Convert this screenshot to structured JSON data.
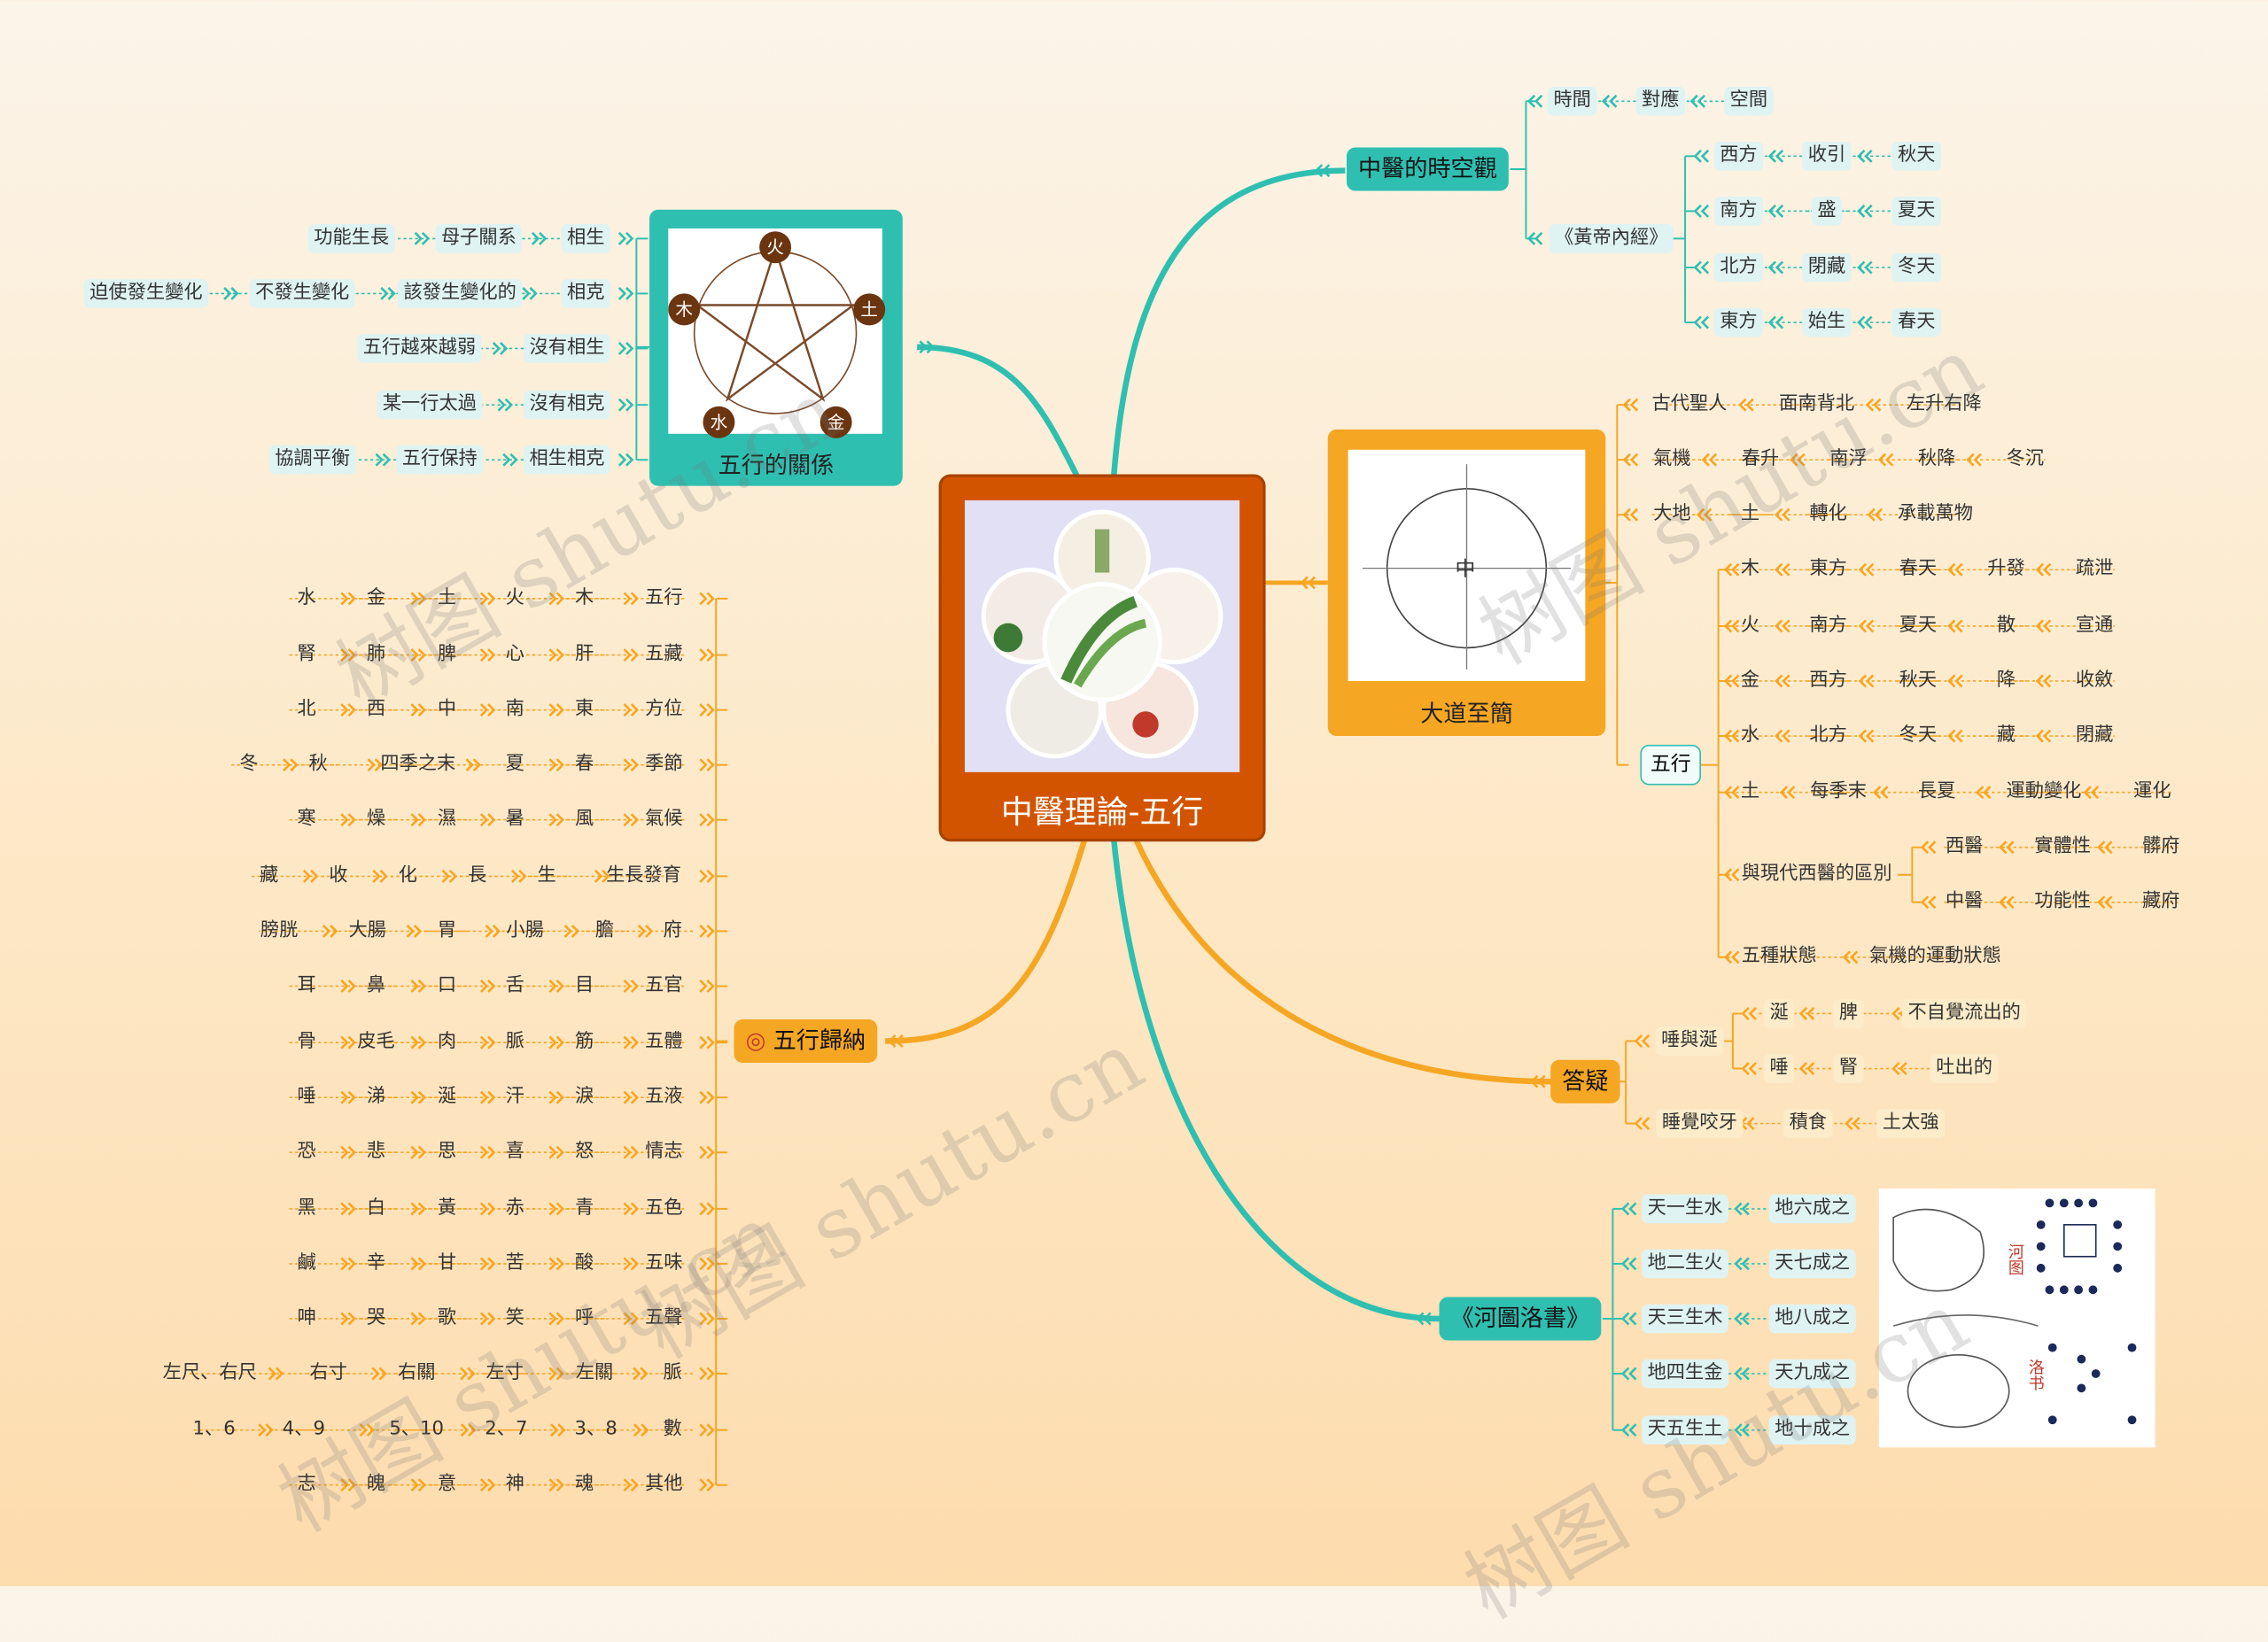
{
  "center": {
    "title": "中醫理論-五行"
  },
  "wuxing_guanxi": {
    "title": "五行的關係",
    "diagram_labels": {
      "huo": "火",
      "tu": "土",
      "jin": "金",
      "shui": "水",
      "mu": "木"
    },
    "rows": [
      [
        "相生",
        "母子關系",
        "功能生長"
      ],
      [
        "相克",
        "該發生變化的",
        "不發生變化",
        "迫使發生變化"
      ],
      [
        "沒有相生",
        "五行越來越弱"
      ],
      [
        "沒有相克",
        "某一行太過"
      ],
      [
        "相生相克",
        "五行保持",
        "協調平衡"
      ]
    ]
  },
  "wuxing_guina": {
    "title": "五行歸納",
    "rows": [
      [
        "五行",
        "木",
        "火",
        "土",
        "金",
        "水"
      ],
      [
        "五藏",
        "肝",
        "心",
        "脾",
        "肺",
        "腎"
      ],
      [
        "方位",
        "東",
        "南",
        "中",
        "西",
        "北"
      ],
      [
        "季節",
        "春",
        "夏",
        "四季之末",
        "秋",
        "冬"
      ],
      [
        "氣候",
        "風",
        "暑",
        "濕",
        "燥",
        "寒"
      ],
      [
        "生長發育",
        "生",
        "長",
        "化",
        "收",
        "藏"
      ],
      [
        "府",
        "膽",
        "小腸",
        "胃",
        "大腸",
        "膀胱"
      ],
      [
        "五官",
        "目",
        "舌",
        "口",
        "鼻",
        "耳"
      ],
      [
        "五體",
        "筋",
        "脈",
        "肉",
        "皮毛",
        "骨"
      ],
      [
        "五液",
        "淚",
        "汗",
        "涎",
        "涕",
        "唾"
      ],
      [
        "情志",
        "怒",
        "喜",
        "思",
        "悲",
        "恐"
      ],
      [
        "五色",
        "青",
        "赤",
        "黃",
        "白",
        "黑"
      ],
      [
        "五味",
        "酸",
        "苦",
        "甘",
        "辛",
        "鹹"
      ],
      [
        "五聲",
        "呼",
        "笑",
        "歌",
        "哭",
        "呻"
      ],
      [
        "脈",
        "左關",
        "左寸",
        "右關",
        "右寸",
        "左尺、右尺"
      ],
      [
        "數",
        "3、8",
        "2、7",
        "5、10",
        "4、9",
        "1、6"
      ],
      [
        "其他",
        "魂",
        "神",
        "意",
        "魄",
        "志"
      ]
    ]
  },
  "shikong": {
    "title": "中醫的時空觀",
    "time_row": [
      "時間",
      "對應",
      "空間"
    ],
    "book": "《黃帝內經》",
    "rows": [
      [
        "西方",
        "收引",
        "秋天"
      ],
      [
        "南方",
        "盛",
        "夏天"
      ],
      [
        "北方",
        "閉藏",
        "冬天"
      ],
      [
        "東方",
        "始生",
        "春天"
      ]
    ]
  },
  "dadao": {
    "title": "大道至簡",
    "diagram_labels": {
      "zhong": "中"
    },
    "rows": [
      [
        "古代聖人",
        "面南背北",
        "左升右降"
      ],
      [
        "氣機",
        "春升",
        "南浮",
        "秋降",
        "冬沉"
      ],
      [
        "大地",
        "土",
        "轉化",
        "承載萬物"
      ]
    ],
    "wuxing": {
      "label": "五行",
      "rows": [
        [
          "木",
          "東方",
          "春天",
          "升發",
          "疏泄"
        ],
        [
          "火",
          "南方",
          "夏天",
          "散",
          "宣通"
        ],
        [
          "金",
          "西方",
          "秋天",
          "降",
          "收斂"
        ],
        [
          "水",
          "北方",
          "冬天",
          "藏",
          "閉藏"
        ],
        [
          "土",
          "每季末",
          "長夏",
          "運動變化",
          "運化"
        ]
      ],
      "compare": {
        "label": "與現代西醫的區別",
        "rows": [
          [
            "西醫",
            "實體性",
            "髒府"
          ],
          [
            "中醫",
            "功能性",
            "藏府"
          ]
        ]
      },
      "states": [
        "五種狀態",
        "氣機的運動狀態"
      ]
    }
  },
  "dayi": {
    "title": "答疑",
    "tuoxian": {
      "label": "唾與涎",
      "rows": [
        [
          "涎",
          "脾",
          "不自覺流出的"
        ],
        [
          "唾",
          "腎",
          "吐出的"
        ]
      ]
    },
    "yaoya": [
      "睡覺咬牙",
      "積食",
      "土太強"
    ]
  },
  "hetu": {
    "title": "《河圖洛書》",
    "rows": [
      [
        "天一生水",
        "地六成之"
      ],
      [
        "地二生火",
        "天七成之"
      ],
      [
        "天三生木",
        "地八成之"
      ],
      [
        "地四生金",
        "天九成之"
      ],
      [
        "天五生土",
        "地十成之"
      ]
    ],
    "image_labels": {
      "hetu": "河图",
      "luoshu": "洛书"
    }
  },
  "watermark": "树图 shutu.cn",
  "colors": {
    "teal": "#2fbfb1",
    "orange": "#f5a623",
    "center": "#d35400",
    "line_teal": "#2fbfb1",
    "line_orange": "#f5a623"
  }
}
